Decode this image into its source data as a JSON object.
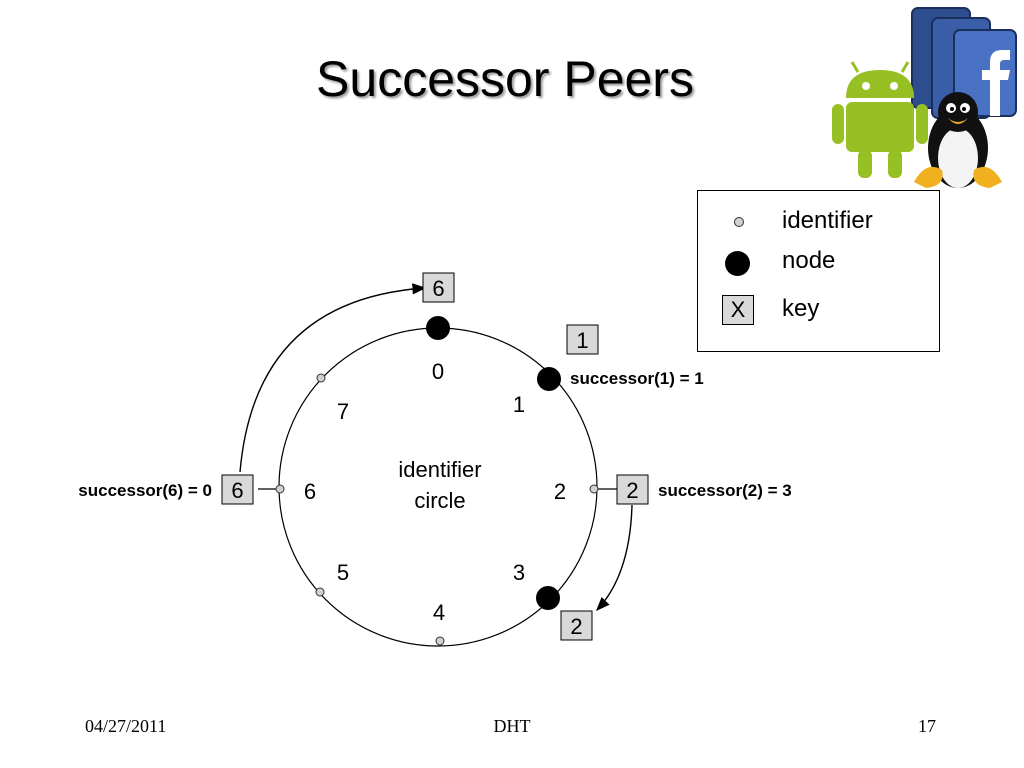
{
  "slide": {
    "title": "Successor Peers"
  },
  "legend": {
    "identifier_label": "identifier",
    "node_label": "node",
    "key_symbol": "X",
    "key_label": "key"
  },
  "diagram": {
    "center_text_line1": "identifier",
    "center_text_line2": "circle",
    "identifiers": [
      "0",
      "1",
      "2",
      "3",
      "4",
      "5",
      "6",
      "7"
    ],
    "nodes": [
      "0",
      "1",
      "3"
    ],
    "keys": {
      "key_top": "6",
      "key_k1": "1",
      "key_k2": "2",
      "key_k2_moved": "2",
      "key_k6": "6"
    },
    "annotations": {
      "successor_1": "successor(1) = 1",
      "successor_2": "successor(2) = 3",
      "successor_6": "successor(6) = 0"
    }
  },
  "footer": {
    "date": "04/27/2011",
    "center": "DHT",
    "page": "17"
  },
  "logos": [
    "facebook-logo",
    "android-logo",
    "tux-penguin-logo"
  ],
  "colors": {
    "key_fill": "#d9d9d9",
    "node": "#000000",
    "identifier_fill": "#d0d0d0"
  }
}
